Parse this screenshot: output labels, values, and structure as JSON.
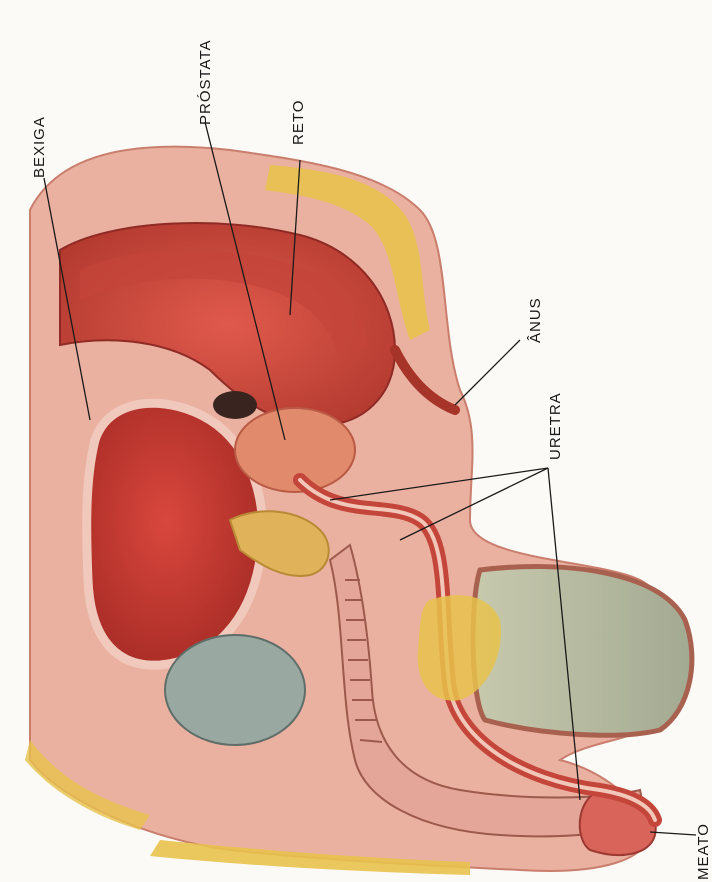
{
  "labels": {
    "bladder": "BEXIGA",
    "prostate": "PRÓSTATA",
    "rectum": "RETO",
    "anus": "ÂNUS",
    "urethra": "URETRA",
    "meatus": "MEATO"
  },
  "colors": {
    "muscle": "#d8564a",
    "muscle_dark": "#b8352c",
    "tissue_pink": "#eeb0a0",
    "fat_yellow": "#e8c24c",
    "bone": "#e9c6b6",
    "testis_grey": "#9aa8a2",
    "background": "#fbfaf6"
  }
}
